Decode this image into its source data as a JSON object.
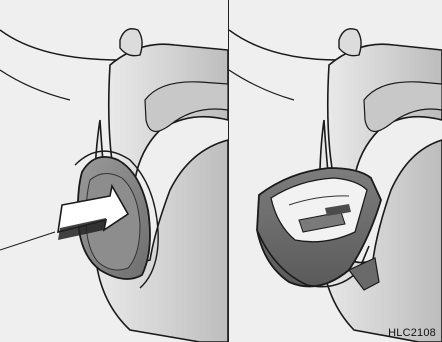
{
  "figure": {
    "code": "HLC2108",
    "panels": [
      {
        "id": "left",
        "depicts": "cup-holder-closed-pull-arrow"
      },
      {
        "id": "right",
        "depicts": "cup-holder-open"
      }
    ]
  },
  "colors": {
    "line": "#1a1a1a",
    "body_fill": "#d7d7d7",
    "light_fill": "#eeeeee",
    "dark_fill": "#8e8e8e",
    "arrow_fill": "#ffffff"
  }
}
